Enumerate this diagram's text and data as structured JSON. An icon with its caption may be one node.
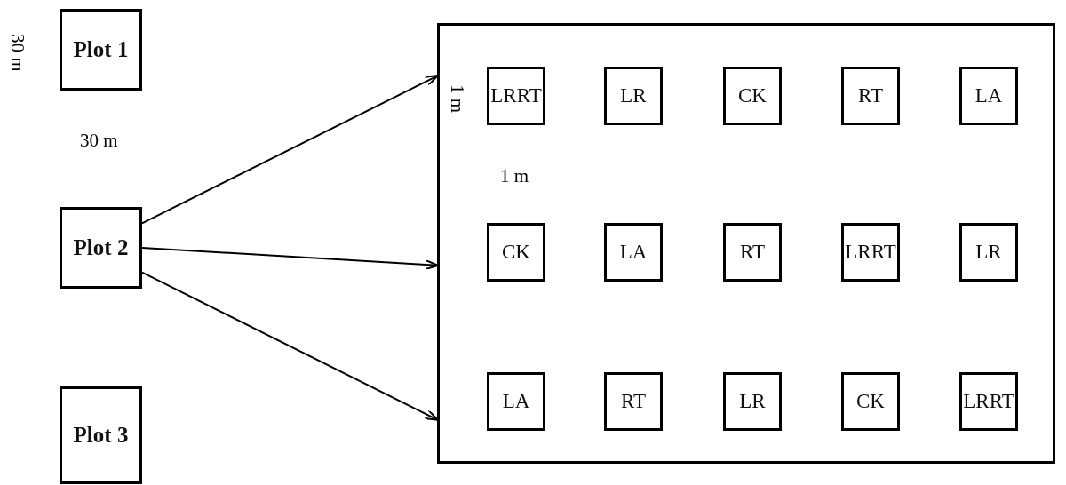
{
  "diagram": {
    "nodes": [
      {
        "text": [
          "Plot 1"
        ]
      },
      {
        "text": [
          "Plot 2"
        ]
      },
      {
        "text": [
          "Plot 3"
        ]
      },
      {
        "text": [],
        "shape": "box"
      },
      {
        "text": [
          "LRRT"
        ],
        "in": 3
      },
      {
        "text": [
          "LR"
        ],
        "in": 3
      },
      {
        "text": [
          "CK"
        ],
        "in": 3
      },
      {
        "text": [
          "RT"
        ],
        "in": 3
      },
      {
        "text": [
          "LA"
        ],
        "in": 3
      },
      {
        "text": [
          "CK"
        ],
        "in": 3
      },
      {
        "text": [
          "LA"
        ],
        "in": 3
      },
      {
        "text": [
          "RT"
        ],
        "in": 3
      },
      {
        "text": [
          "LRRT"
        ],
        "in": 3
      },
      {
        "text": [
          "LR"
        ],
        "in": 3
      },
      {
        "text": [
          "LA"
        ],
        "in": 3
      },
      {
        "text": [
          "RT"
        ],
        "in": 3
      },
      {
        "text": [
          "LR"
        ],
        "in": 3
      },
      {
        "text": [
          "CK"
        ],
        "in": 3
      },
      {
        "text": [
          "LRRT"
        ],
        "in": 3
      }
    ],
    "edges": [
      {
        "from": 1,
        "to": 3,
        "arrow": "to"
      },
      {
        "from": 1,
        "to": 3,
        "arrow": "to"
      },
      {
        "from": 1,
        "to": 3,
        "arrow": "to"
      }
    ],
    "labels": [
      "30 m",
      "30 m",
      "1 m",
      "1 m"
    ]
  }
}
